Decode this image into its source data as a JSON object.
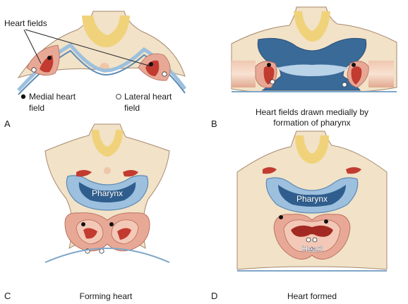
{
  "panels": [
    {
      "letter": "A",
      "callout": "Heart fields",
      "legend": [
        {
          "marker": "filled-dot",
          "label_line1": "Medial heart",
          "label_line2": "field"
        },
        {
          "marker": "open-dot",
          "label_line1": "Lateral heart",
          "label_line2": "field"
        }
      ]
    },
    {
      "letter": "B",
      "caption_line1": "Heart fields drawn medially by",
      "caption_line2": "formation of pharynx"
    },
    {
      "letter": "C",
      "inner_label": "Pharynx",
      "caption": "Forming heart"
    },
    {
      "letter": "D",
      "inner_label": "Pharynx",
      "inner_label_2": "Heart",
      "caption": "Heart formed"
    }
  ],
  "colors": {
    "ectoderm": "#f1e2c8",
    "neural_tube": "#f0d27a",
    "endoderm": "#2f5e8e",
    "endoderm_light": "#b9d3e8",
    "mesoderm": "#e8a896",
    "heart_field": "#c23b30",
    "outline": "#8a6d55"
  }
}
